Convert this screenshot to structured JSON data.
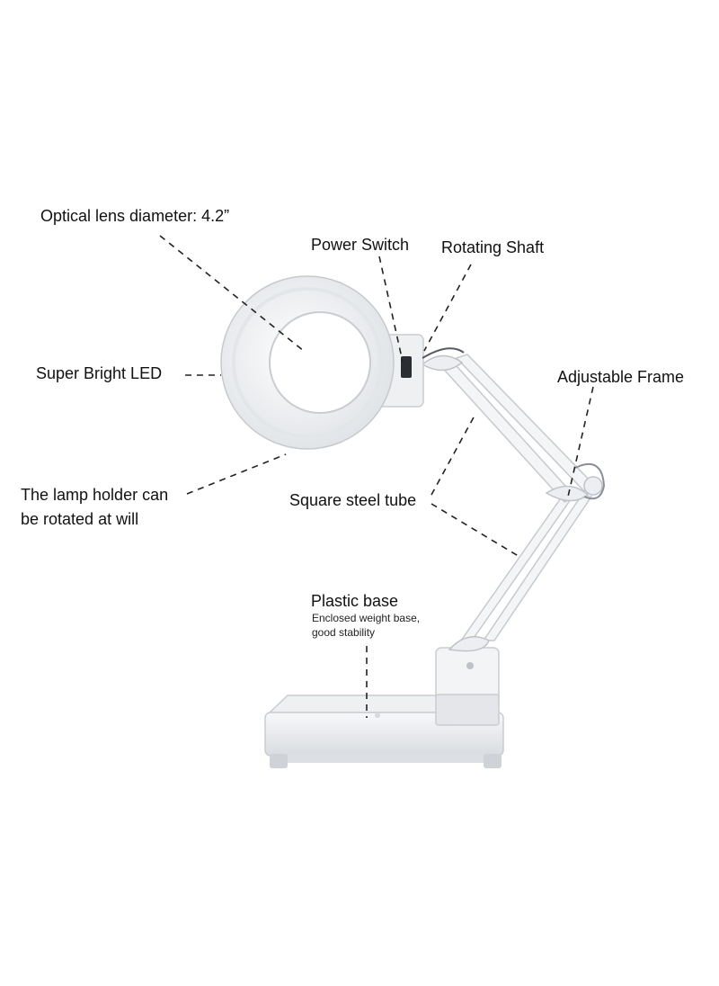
{
  "labels": {
    "optical_lens": "Optical lens diameter: 4.2”",
    "power_switch": "Power Switch",
    "rotating_shaft": "Rotating Shaft",
    "super_bright_led": "Super Bright LED",
    "adjustable_frame": "Adjustable Frame",
    "lamp_holder_line1": "The lamp holder can",
    "lamp_holder_line2": "be rotated at will",
    "square_steel_tube": "Square steel tube",
    "plastic_base": "Plastic base",
    "base_note_line1": "Enclosed weight base,",
    "base_note_line2": "good stability"
  },
  "colors": {
    "leader_line": "#222222",
    "lamp_body": "#f2f3f5",
    "lamp_shade": "#dcdfe3"
  }
}
